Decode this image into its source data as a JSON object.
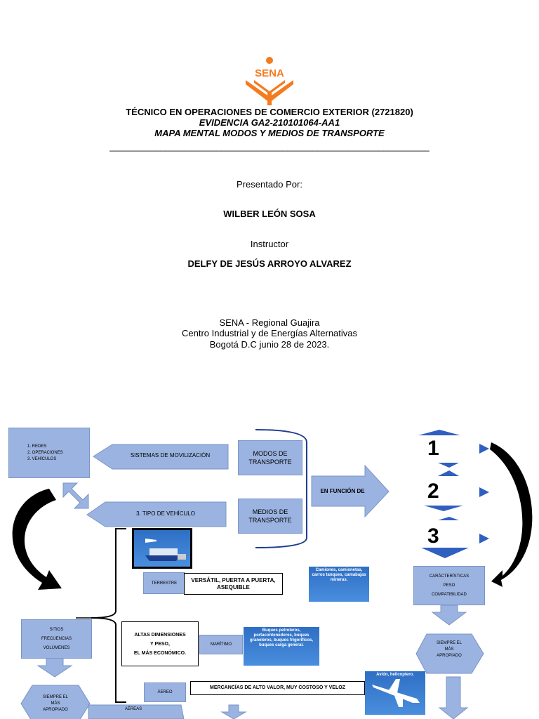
{
  "header": {
    "logo_text": "SENA",
    "program_title": "TÉCNICO EN OPERACIONES DE COMERCIO EXTERIOR (2721820)",
    "evidence": "EVIDENCIA GA2-210101064-AA1",
    "subject": "MAPA MENTAL MODOS Y MEDIOS DE TRANSPORTE",
    "rule": "_______________________________________________________________"
  },
  "credits": {
    "presented_by_label": "Presentado Por:",
    "author": "WILBER LEÓN SOSA",
    "instructor_label": "Instructor",
    "instructor": "DELFY DE JESÚS ARROYO ALVAREZ"
  },
  "institution": {
    "line1": "SENA - Regional Guajira",
    "line2": "Centro Industrial y de Energías Alternativas",
    "line3": "Bogotá D.C junio 28 de 2023."
  },
  "mindmap": {
    "list_items": [
      "1.    REDES",
      "2.    OPERACIONES",
      "3.    VEHÍCULOS"
    ],
    "sistemas": "SISTEMAS DE MOVILIZACIÓN",
    "tipo_vehiculo": "3. TIPO DE VEHÍCULO",
    "modos": "MODOS DE TRANSPORTE",
    "medios": "MEDIOS DE TRANSPORTE",
    "en_funcion": "EN FUNCIÓN DE",
    "num1": "1",
    "num2": "2",
    "num3": "3",
    "caracteristicas": [
      "CARÁCTERÍSTICAS",
      "PESO",
      "COMPATIBILIDAD"
    ],
    "siempre_right": [
      "SIEMPRE EL",
      "MÁS",
      "APROPIADO"
    ],
    "terrestre": "TERRESTRE",
    "terrestre_desc": "VERSÁTIL, PUERTA A PUERTA, ASEQUIBLE",
    "camiones_caption": "Camiones, camionetas, carros tanques, camabajas mineras.",
    "sitios": [
      "SITIOS",
      "FRECUENCIAS",
      "VOLÚMENES"
    ],
    "maritimo_desc": [
      "ALTAS DIMENSIONES",
      "Y PESO,",
      "EL MÁS ECONÓMICO."
    ],
    "maritimo": "MARÍTIMO",
    "buques_caption": "Buques petroleros, portacontenedores, buques graneleros, buques frigoríficos, buques carga general.",
    "siempre_left": [
      "SIEMPRE EL",
      "MÁS",
      "APROPIADO"
    ],
    "aereo": "ÁEREO",
    "aereo_desc": "MERCANCÍAS DE ALTO VALOR, MUY COSTOSO Y VELOZ",
    "avion_caption": "Avión, helicoptero.",
    "aereas": "AÉREAS"
  },
  "colors": {
    "box_fill": "#9bb3e0",
    "arrow_fill": "#8faadc",
    "dark_blue": "#1f3f8f",
    "logo_orange": "#f47b20"
  }
}
